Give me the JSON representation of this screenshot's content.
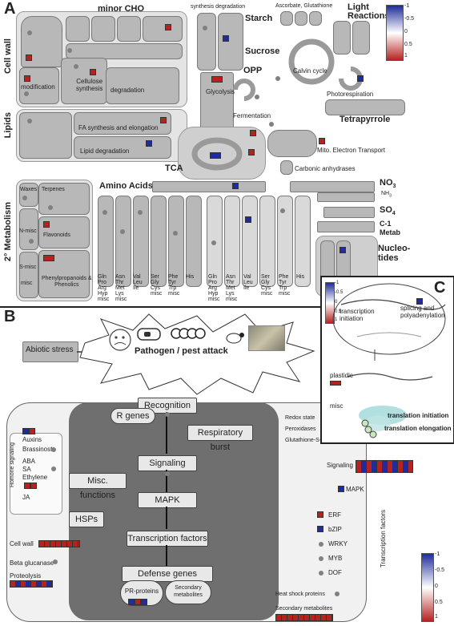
{
  "panel_a": {
    "letter": "A",
    "minor_cho": "minor CHO",
    "synthesis_degradation": "synthesis degradation",
    "starch": "Starch",
    "sucrose": "Sucrose",
    "ascorbate": "Ascorbate, Glutathione",
    "light_reactions": "Light\nReactions",
    "cell_wall": "Cell wall",
    "modification": "modification",
    "cellulose_synthesis": "Cellulose\nsynthesis",
    "degradation": "degradation",
    "glycolysis": "Glycolysis",
    "opp": "OPP",
    "calvin_cycle": "Calvin cycle",
    "photorespiration": "Photorespiration",
    "fermentation": "Fermentation",
    "tetrapyrrole": "Tetrapyrrole",
    "lipids": "Lipids",
    "fa_synthesis": "FA synthesis and elongation",
    "lipid_degradation": "Lipid degradation",
    "tca": "TCA",
    "mito": "Mito. Electron Transport",
    "carbonic": "Carbonic anhydrases",
    "secondary_metabolism": "2° Metabolism",
    "waxes": "Waxes",
    "terpenes": "Terpenes",
    "flavonoids": "Flavonoids",
    "n_misc": "N-misc",
    "s_misc": "S-misc",
    "misc": "misc",
    "phenylpropanoids": "Phenylpropanoids &\nPhenolics",
    "amino_acids": "Amino Acids",
    "no3": "NO",
    "no3_sub": "3",
    "nh3": "NH",
    "nh3_sub": "3",
    "so4": "SO",
    "so4_sub": "4",
    "c1": "C-1\nMetab",
    "nucleotides": "Nucleo-\ntides",
    "aa_cols_left": [
      "Gln\nPro\nArg\nHyp\nmisc",
      "Asn\nThr\nMet\nLys\nmisc",
      "Val\nLeu\nIle",
      "Ser\nGly\nCys\nmisc",
      "Phe\nTyr\nTrp\nmisc",
      "His"
    ],
    "aa_cols_right": [
      "Gln\nPro\nArg\nHyp\nmisc",
      "Asn\nThr\nMet\nLys\nmisc",
      "Val\nLeu\nIle",
      "Ser\nGly\nCys\nmisc",
      "Phe\nTyr\nTrp\nmisc",
      "His"
    ],
    "legend": [
      "-1",
      "-0.5",
      "0",
      "0.5",
      "1"
    ]
  },
  "panel_b": {
    "letter": "B",
    "abiotic_stress": "Abiotic stress",
    "pathogen_attack": "Pathogen / pest attack",
    "recognition": "Recognition",
    "r_genes": "R genes",
    "respiratory_burst": "Respiratory burst",
    "misc_functions": "Misc. functions",
    "signaling": "Signaling",
    "hsps": "HSPs",
    "mapk": "MAPK",
    "transcription_factors": "Transcription factors",
    "defense_genes": "Defense genes",
    "pr_proteins": "PR-proteins",
    "secondary_metabolites_inner": "Secondary\nmetabolites",
    "hormone_signaling": "Homone signaling",
    "hormones": [
      "Auxins",
      "Brassinost.",
      "ABA",
      "SA",
      "Ethylene",
      "JA"
    ],
    "cell_wall": "Cell wall",
    "beta_glucanase": "Beta glucanase",
    "proteolysis": "Proteolysis",
    "redox_state": "Redox state",
    "peroxidases": "Peroxidases",
    "gst": "Glutathione-S-transferase",
    "signaling_right": "Signaling",
    "mapk_right": "MAPK",
    "tf_label": "Transcription factors",
    "tfs": [
      "ERF",
      "bZIP",
      "WRKY",
      "MYB",
      "DOF"
    ],
    "heat_shock": "Heat shock proteins",
    "secondary_metabolites": "Secondary metabolites",
    "legend": [
      "-1",
      "-0.5",
      "0",
      "0.5",
      "1"
    ]
  },
  "panel_c": {
    "letter": "C",
    "transcription_initiation": "transcription\ninitiation",
    "splicing": "splicing and\npolyadenylation",
    "plastidic": "plastidic",
    "misc": "misc",
    "translation_initiation": "translation initiation",
    "translation_elongation": "translation elongation",
    "legend": [
      "-1",
      "-0.5",
      "0",
      "0.5",
      "1"
    ]
  },
  "colors": {
    "up": "#b5231f",
    "down": "#1f2c9a",
    "gray": "#b8b8b8"
  }
}
